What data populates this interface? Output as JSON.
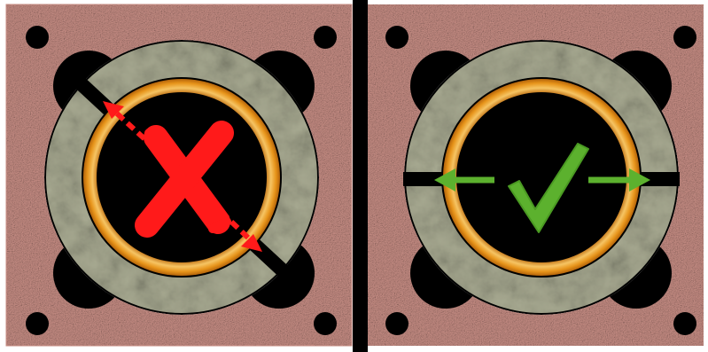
{
  "colors": {
    "background": "#ffffff",
    "pink_granite": "#c98f86",
    "pink_speckle_dark": "#a86c64",
    "pink_speckle_light": "#e4b8b0",
    "black": "#000000",
    "stone_ring": "#a5a78f",
    "stone_ring_dark": "#7f826a",
    "stone_ring_light": "#c6c8b2",
    "orange_ring": "#e7941a",
    "orange_ring_light": "#f6c463",
    "wrong_mark": "#ff1a1a",
    "right_mark": "#5cb12e"
  },
  "panels": [
    {
      "id": "incorrect",
      "symbol": "cross-icon",
      "slot_orientation": "diagonal",
      "arrows": "diagonal-double-arrow-icon"
    },
    {
      "id": "correct",
      "symbol": "checkmark-icon",
      "slot_orientation": "horizontal",
      "arrows": "horizontal-double-arrow-icon"
    }
  ]
}
